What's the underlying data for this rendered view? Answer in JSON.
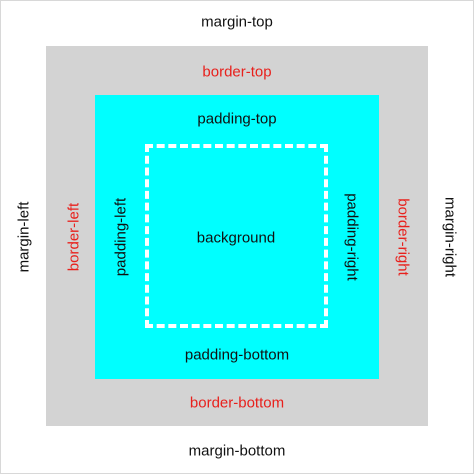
{
  "labels": {
    "margin_top": "margin-top",
    "margin_bottom": "margin-bottom",
    "margin_left": "margin-left",
    "margin_right": "margin-right",
    "border_top": "border-top",
    "border_bottom": "border-bottom",
    "border_left": "border-left",
    "border_right": "border-right",
    "padding_top": "padding-top",
    "padding_bottom": "padding-bottom",
    "padding_left": "padding-left",
    "padding_right": "padding-right",
    "background": "background"
  },
  "colors": {
    "margin_bg": "#ffffff",
    "border_bg": "#d3d3d3",
    "padding_bg": "#00ffff",
    "content_dash": "#ffffff",
    "black_text": "#111111",
    "red_text": "#e8201c"
  }
}
